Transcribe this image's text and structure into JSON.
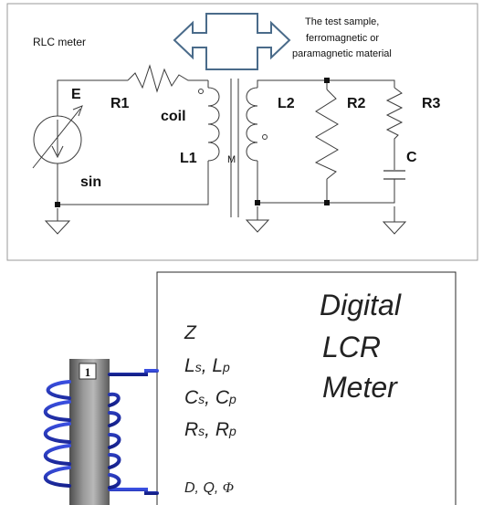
{
  "schematic": {
    "title": "RLC meter",
    "note_line1": "The test sample,",
    "note_line2": "ferromagnetic or",
    "note_line3": "paramagnetic material",
    "label_E": "E",
    "label_R1": "R1",
    "label_coil": "coil",
    "label_L1": "L1",
    "label_M": "M",
    "label_L2": "L2",
    "label_R2": "R2",
    "label_R3": "R3",
    "label_C": "C",
    "label_sin": "sin"
  },
  "meter": {
    "title_line1": "Digital",
    "title_line2": "LCR",
    "title_line3": "Meter",
    "param_Z": "Z",
    "param_L_main1": "L",
    "param_L_sub1": "s",
    "param_L_sep": ", ",
    "param_L_main2": "L",
    "param_L_sub2": "p",
    "param_C_main1": "C",
    "param_C_sub1": "s",
    "param_C_sep": ", ",
    "param_C_main2": "C",
    "param_C_sub2": "p",
    "param_R_main1": "R",
    "param_R_sub1": "s",
    "param_R_sep": ", ",
    "param_R_main2": "R",
    "param_R_sub2": "p",
    "param_DQ": "D, Q, ",
    "param_phi": "Φ",
    "sample_label": "1"
  },
  "colors": {
    "wire": "#3a3a3a",
    "arrow": "#4a6b8a",
    "coil_blue": "#1f2fb0",
    "core": "#7a7a7a"
  }
}
